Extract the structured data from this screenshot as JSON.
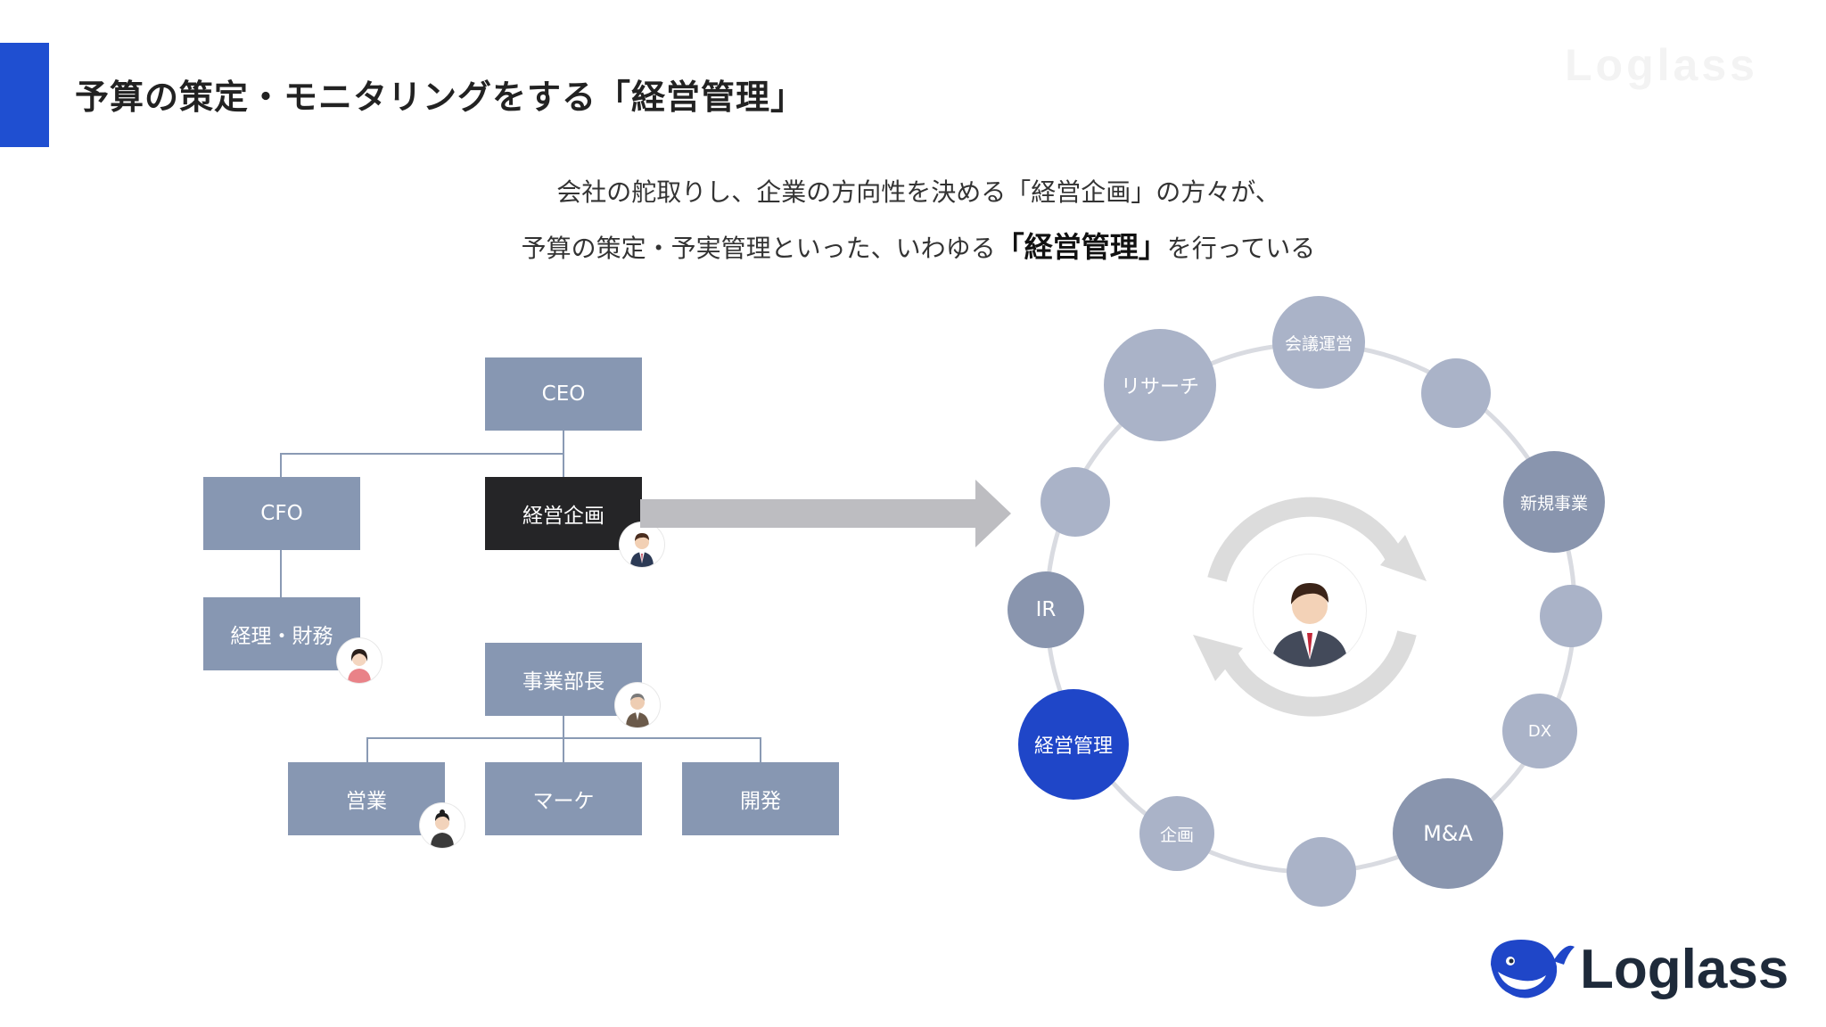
{
  "slide": {
    "title": "予算の策定・モニタリングをする「経営管理」",
    "watermark": "Loglass",
    "subtitle_line1": "会社の舵取りし、企業の方向性を決める「経営企画」の方々が、",
    "subtitle_line2_before": "予算の策定・予実管理といった、いわゆる",
    "subtitle_line2_bold": "「経営管理」",
    "subtitle_line2_after": "を行っている"
  },
  "org_chart": {
    "ceo": "CEO",
    "cfo": "CFO",
    "keiei_kikaku": "経営企画",
    "keiri_zaimu": "経理・財務",
    "jigyo_bucho": "事業部長",
    "eigyo": "営業",
    "marketing": "マーケ",
    "kaihatsu": "開発"
  },
  "ring": {
    "labels": {
      "kaigi_unei": "会議運営",
      "research": "リサーチ",
      "shinki_jigyo": "新規事業",
      "ir": "IR",
      "keiei_kanri": "経営管理",
      "dx": "DX",
      "kikaku": "企画",
      "m_and_a": "M&A"
    }
  },
  "colors": {
    "accent": "#1f4fd1",
    "org_box": "#8797b2",
    "org_box_dark": "#252527",
    "bubble_light": "#aab3c8",
    "bubble_mid": "#8995ae",
    "bubble_highlight": "#1f46c8",
    "arrow": "#bdbdc1"
  },
  "logo": {
    "text": "Loglass"
  }
}
